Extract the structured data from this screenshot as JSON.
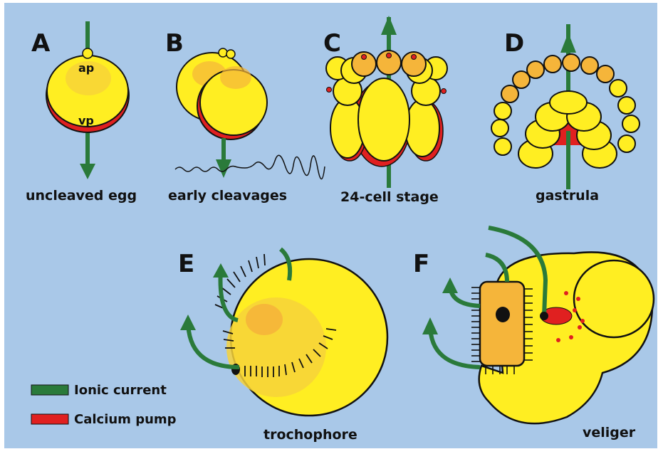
{
  "panels": {
    "A": {
      "letter": "A",
      "caption": "uncleaved egg",
      "animal_pole": "ap",
      "vegetal_pole": "vp"
    },
    "B": {
      "letter": "B",
      "caption": "early cleavages"
    },
    "C": {
      "letter": "C",
      "caption": "24-cell stage"
    },
    "D": {
      "letter": "D",
      "caption": "gastrula"
    },
    "E": {
      "letter": "E",
      "caption": "trochophore"
    },
    "F": {
      "letter": "F",
      "caption": "veliger"
    }
  },
  "legend": [
    {
      "label": "Ionic current",
      "color": "#2a7a3a"
    },
    {
      "label": "Calcium pump",
      "color": "#e02020"
    }
  ],
  "colors": {
    "background": "#a9c8e8",
    "cell_yellow": "#ffee22",
    "cell_orange": "#f5b53a",
    "current_green": "#2a7a3a",
    "pump_red": "#e02020",
    "outline": "#111111"
  }
}
